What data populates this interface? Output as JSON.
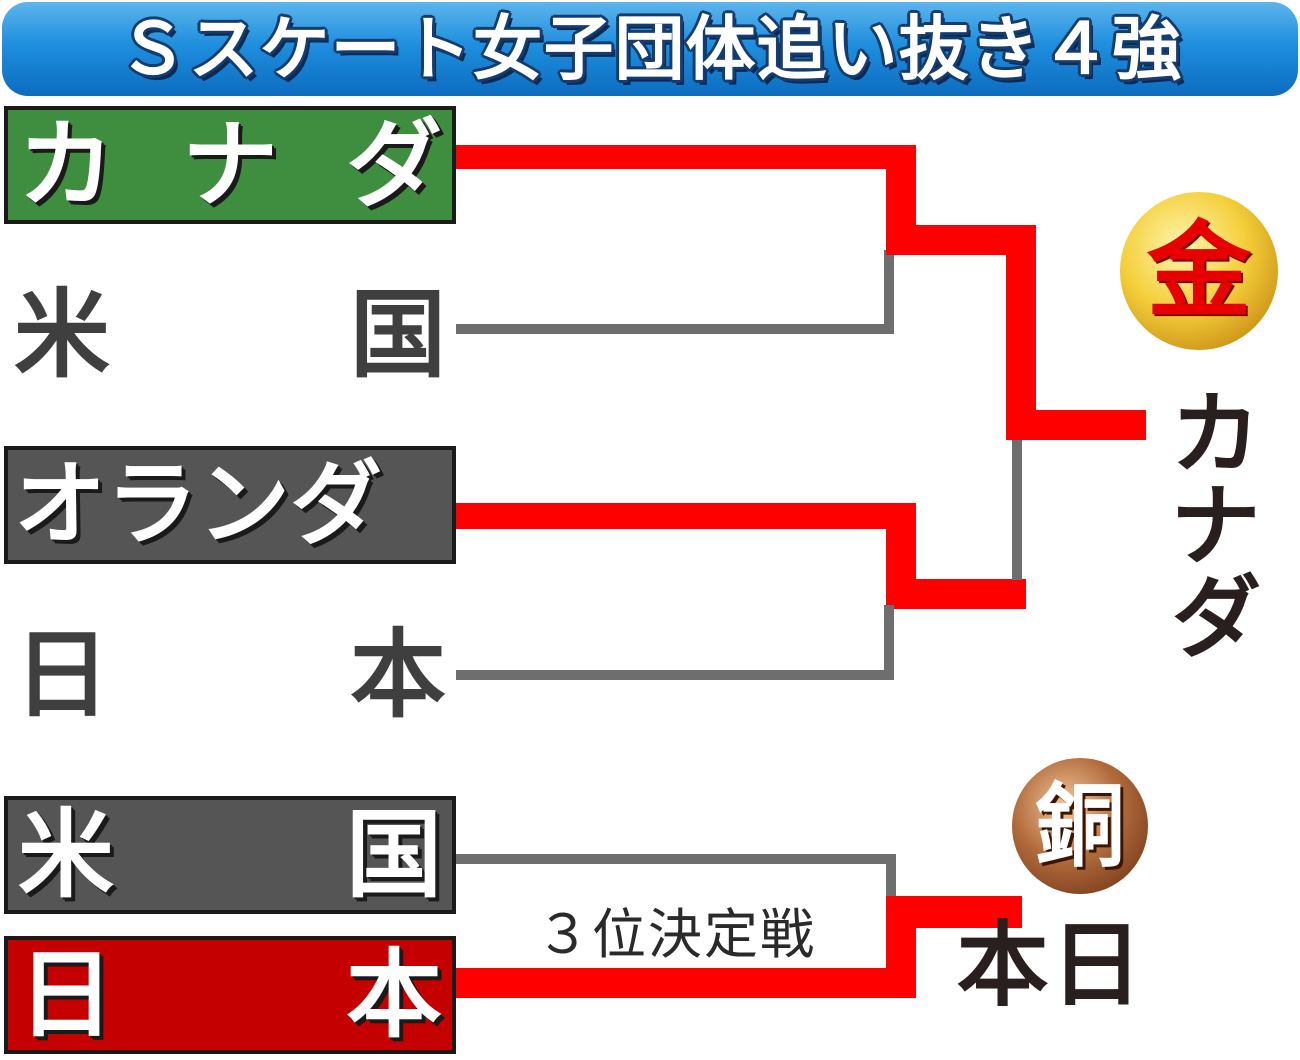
{
  "title": "Ｓスケート女子団体追い抜き４強",
  "teams": [
    {
      "left": "カ",
      "mid": "ナ",
      "right": "ダ",
      "style": "winner-green"
    },
    {
      "left": "米",
      "right": "国",
      "style": "plain"
    },
    {
      "left": "オランダ",
      "style": "boxed-dark"
    },
    {
      "left": "日",
      "right": "本",
      "style": "plain"
    },
    {
      "left": "米",
      "right": "国",
      "style": "boxed-dark"
    },
    {
      "left": "日",
      "right": "本",
      "style": "winner-red"
    }
  ],
  "third_place_label": "３位決定戦",
  "gold": {
    "medal": "金",
    "winner": "カナダ"
  },
  "bronze": {
    "medal": "銅",
    "winner": "日本"
  },
  "colors": {
    "title_bar": "#1f8fde",
    "winner_line": "#ff0000",
    "loser_line": "#6e6e6e",
    "canada_box": "#3f8d3f",
    "japan_box": "#c40000",
    "dark_box": "#555555"
  }
}
